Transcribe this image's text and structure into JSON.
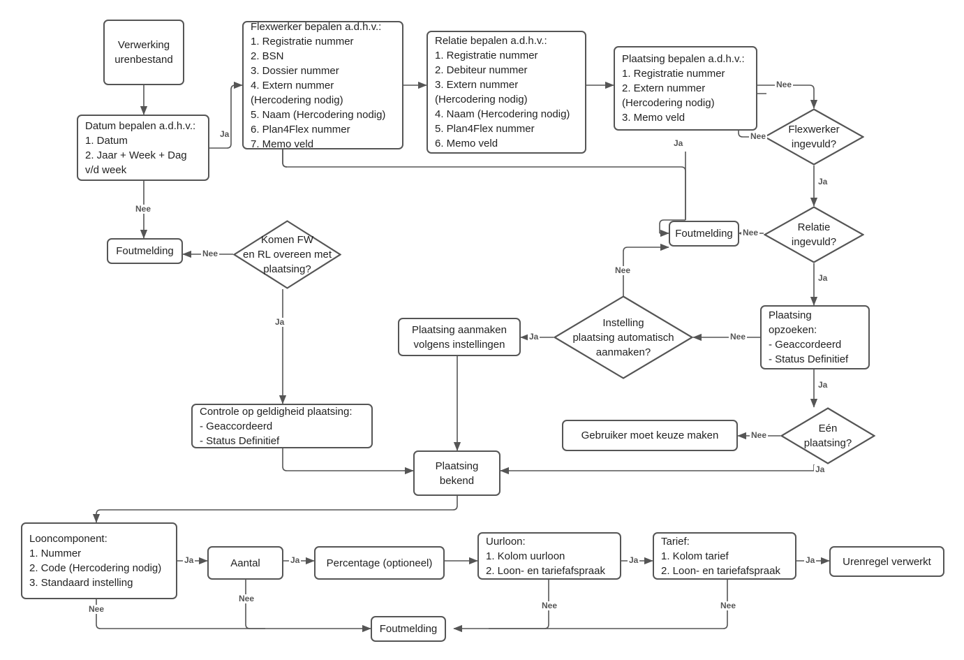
{
  "diagram": {
    "title": "Verwerking urenbestand flowchart",
    "stroke_color": "#555555",
    "text_color": "#222222",
    "background": "#ffffff"
  },
  "nodes": {
    "verwerking_urenbestand": {
      "label": "Verwerking\nurenbestand",
      "shape": "process"
    },
    "datum_bepalen": {
      "label": "Datum bepalen a.d.h.v.:\n1. Datum\n2. Jaar + Week + Dag\nv/d week",
      "shape": "process"
    },
    "flexwerker_bepalen": {
      "label": "Flexwerker bepalen a.d.h.v.:\n1. Registratie nummer\n2. BSN\n3. Dossier nummer\n4. Extern nummer\n(Hercodering nodig)\n5. Naam (Hercodering nodig)\n6. Plan4Flex nummer\n7. Memo veld",
      "shape": "process"
    },
    "relatie_bepalen": {
      "label": "Relatie bepalen a.d.h.v.:\n1. Registratie nummer\n2. Debiteur nummer\n3. Extern nummer\n(Hercodering nodig)\n4. Naam (Hercodering nodig)\n5. Plan4Flex nummer\n6. Memo veld",
      "shape": "process"
    },
    "plaatsing_bepalen": {
      "label": "Plaatsing bepalen a.d.h.v.:\n1. Registratie nummer\n2. Extern nummer\n(Hercodering nodig)\n3. Memo veld",
      "shape": "process"
    },
    "foutmelding_links": {
      "label": "Foutmelding",
      "shape": "process"
    },
    "foutmelding_rechts": {
      "label": "Foutmelding",
      "shape": "process"
    },
    "foutmelding_onder": {
      "label": "Foutmelding",
      "shape": "process"
    },
    "plaatsing_opzoeken": {
      "label": "Plaatsing opzoeken:\n- Geaccordeerd\n- Status Definitief",
      "shape": "process"
    },
    "plaatsing_aanmaken": {
      "label": "Plaatsing aanmaken\nvolgens instellingen",
      "shape": "process"
    },
    "controle_geldigheid": {
      "label": "Controle op geldigheid plaatsing:\n- Geaccordeerd\n- Status Definitief",
      "shape": "process"
    },
    "gebruiker_keuze": {
      "label": "Gebruiker moet keuze maken",
      "shape": "process"
    },
    "plaatsing_bekend": {
      "label": "Plaatsing\nbekend",
      "shape": "process"
    },
    "looncomponent": {
      "label": "Looncomponent:\n1. Nummer\n2. Code (Hercodering nodig)\n3. Standaard instelling",
      "shape": "process"
    },
    "aantal": {
      "label": "Aantal",
      "shape": "process"
    },
    "percentage": {
      "label": "Percentage (optioneel)",
      "shape": "process"
    },
    "uurloon": {
      "label": "Uurloon:\n1. Kolom uurloon\n2. Loon- en tariefafspraak",
      "shape": "process"
    },
    "tarief": {
      "label": "Tarief:\n1. Kolom tarief\n2. Loon- en tariefafspraak",
      "shape": "process"
    },
    "urenregel_verwerkt": {
      "label": "Urenregel verwerkt",
      "shape": "process"
    }
  },
  "decisions": {
    "flexwerker_ingevuld": {
      "label": "Flexwerker\ningevuld?"
    },
    "relatie_ingevuld": {
      "label": "Relatie\ningevuld?"
    },
    "komen_fw_rl": {
      "label": "Komen FW\nen RL overeen met\nplaatsing?"
    },
    "instelling_auto": {
      "label": "Instelling\nplaatsing automatisch\naanmaken?"
    },
    "een_plaatsing": {
      "label": "Eén\nplaatsing?"
    }
  },
  "edge_labels": {
    "ja": "Ja",
    "nee": "Nee",
    "datum_ja": "Ja",
    "datum_nee": "Nee",
    "plaatsing_bepalen_ja": "Ja",
    "plaatsing_bepalen_nee": "Nee",
    "flexwerker_nee": "Nee",
    "flexwerker_ja": "Ja",
    "relatie_nee": "Nee",
    "relatie_ja": "Ja",
    "komen_nee": "Nee",
    "komen_ja": "Ja",
    "opzoeken_nee": "Nee",
    "opzoeken_ja": "Ja",
    "instelling_ja": "Ja",
    "instelling_nee": "Nee",
    "een_nee": "Nee",
    "een_ja": "Ja",
    "loon_ja": "Ja",
    "loon_nee": "Nee",
    "aantal_ja": "Ja",
    "aantal_nee": "Nee",
    "uurloon_ja": "Ja",
    "uurloon_nee": "Nee",
    "tarief_ja": "Ja",
    "tarief_nee": "Nee"
  }
}
